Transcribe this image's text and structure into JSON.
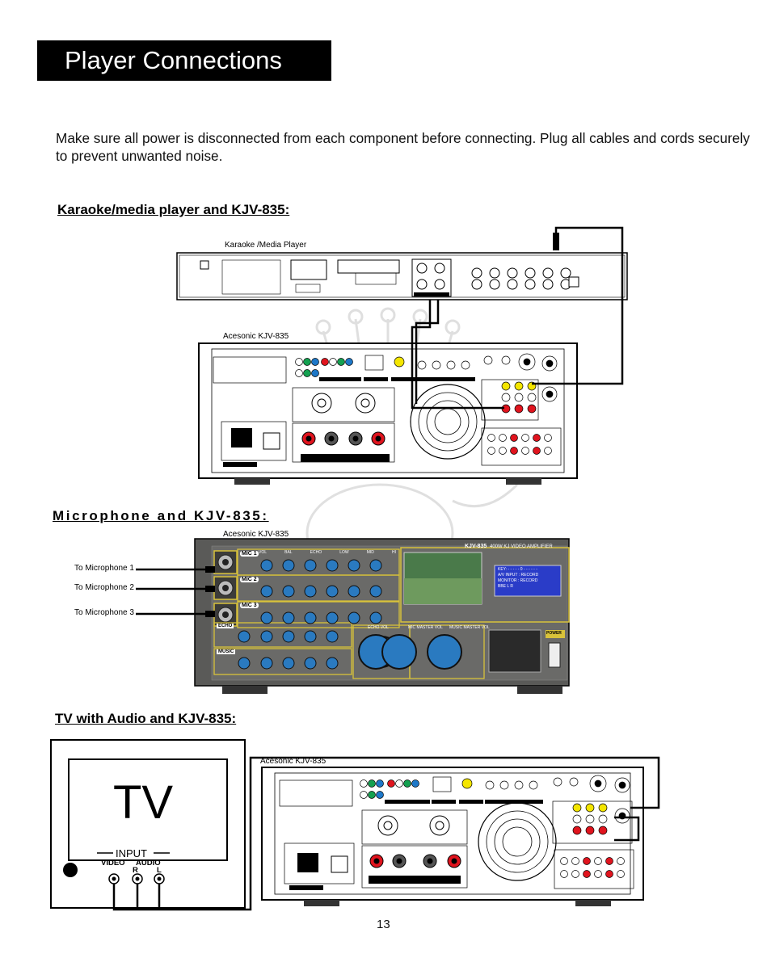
{
  "page": {
    "title": "Player Connections",
    "intro": "Make sure all power is disconnected from each component before connecting. Plug all cables and cords securely to prevent unwanted noise.",
    "page_number": "13"
  },
  "sections": {
    "karaoke": {
      "heading": "Karaoke/media player and KJV-835:",
      "player_label": "Karaoke /Media Player",
      "amp_label": "Acesonic KJV-835"
    },
    "microphone": {
      "heading": "Microphone and KJV-835:",
      "amp_label": "Acesonic  KJV-835",
      "mic_labels": [
        "To Microphone 1",
        "To Microphone 2",
        "To Microphone 3"
      ],
      "front_panel": {
        "model": "KJV-835",
        "subtitle": "400W KJ VIDEO AMPLIFIER",
        "channels": [
          "MIC 1",
          "MIC 2",
          "MIC 3",
          "ECHO",
          "MUSIC"
        ],
        "knob_labels": [
          "VOL",
          "BAL",
          "ECHO",
          "LOW",
          "MID",
          "HI"
        ],
        "lcd_lines": [
          "KEY:  - - - - - 0 - - - - - -",
          "A/V INPUT : RECORD",
          "MONITOR : RECORD",
          "BBE                    L    R"
        ],
        "big_knobs": [
          "ECHO VOL",
          "MIC MASTER VOL",
          "MUSIC MASTER VOL"
        ],
        "power_label": "POWER"
      }
    },
    "tv": {
      "heading": "TV with Audio and KJV-835:",
      "tv_text": "TV",
      "input_label": "INPUT",
      "video_label": "VIDEO",
      "audio_label": "AUDIO",
      "r_label": "R",
      "l_label": "L",
      "amp_label": "Acesonic KJV-835"
    }
  },
  "colors": {
    "panel_bg": "#ffffff",
    "front_panel_bg": "#5a5a58",
    "front_panel_trim": "#d8c23a",
    "jack_yellow": "#f4e600",
    "jack_red": "#e0141e",
    "jack_white": "#ffffff",
    "jack_green": "#14a050",
    "jack_blue": "#1e78c8",
    "knob_blue": "#2a7ac0",
    "lcd_blue": "#2a3cc8"
  }
}
